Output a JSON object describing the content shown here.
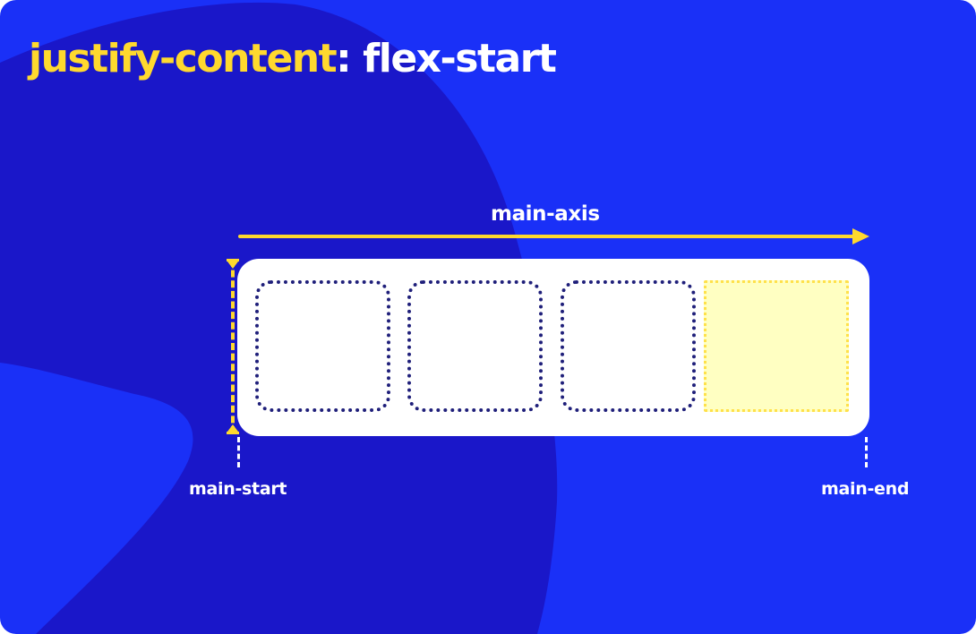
{
  "title": {
    "property": "justify-content",
    "separator": ": ",
    "value": "flex-start"
  },
  "axis": {
    "label": "main-axis"
  },
  "labels": {
    "start": "main-start",
    "end": "main-end"
  },
  "items": {
    "count": 3,
    "free_space_slots": 1
  },
  "colors": {
    "background": "#1a30f7",
    "background_shape": "#1a17c9",
    "accent": "#ffd92e",
    "item_border": "#1f1f7a",
    "free_space_fill": "#ffffc2",
    "container": "#ffffff"
  }
}
